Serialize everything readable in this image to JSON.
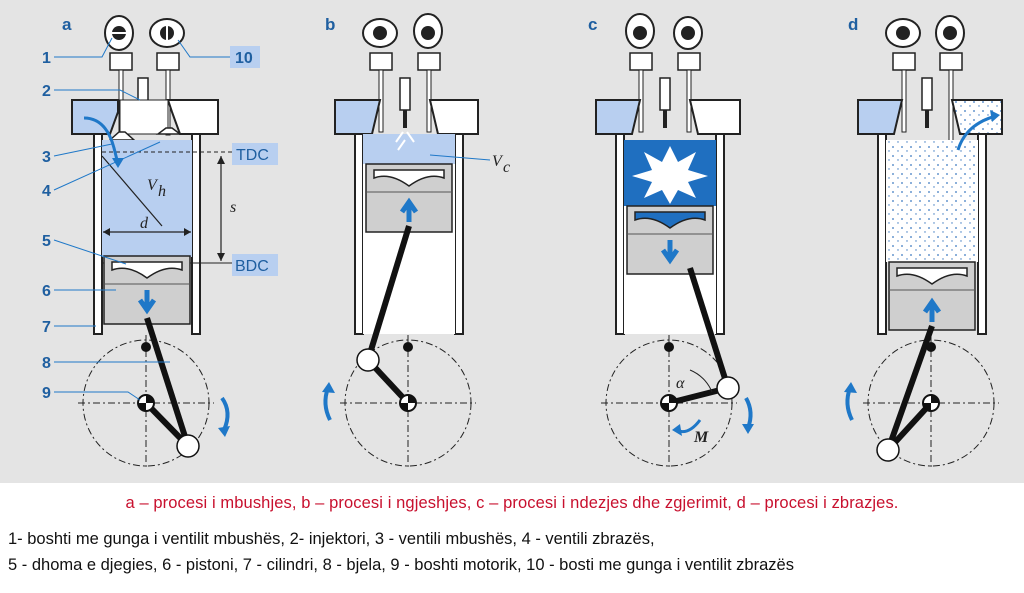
{
  "panels": [
    {
      "id": "a",
      "label": "a"
    },
    {
      "id": "b",
      "label": "b"
    },
    {
      "id": "c",
      "label": "c"
    },
    {
      "id": "d",
      "label": "d"
    }
  ],
  "part_numbers": [
    "1",
    "2",
    "3",
    "4",
    "5",
    "6",
    "7",
    "8",
    "9",
    "10"
  ],
  "markers": {
    "tdc": "TDC",
    "bdc": "BDC"
  },
  "symbols": {
    "vh": "V",
    "vh_sub": "h",
    "d": "d",
    "s": "s",
    "vc": "V",
    "vc_sub": "c",
    "alpha": "α",
    "m": "M"
  },
  "caption": "a – procesi i mbushjes, b – procesi i ngjeshjes, c – procesi i ndezjes dhe zgjerimit, d – procesi i zbrazjes.",
  "legend": {
    "line1": "1- boshti me gunga i ventilit mbushës, 2- injektori, 3 - ventili mbushës,  4 - ventili zbrazës,",
    "line2": "5 - dhoma e djegies, 6 - pistoni, 7 - cilindri, 8 - bjela, 9 - boshti motorik, 10 - bosti me gunga i ventilit zbrazës"
  },
  "colors": {
    "accent_blue": "#1f78c8",
    "label_blue": "#1f5fa0",
    "caption_red": "#c8102e",
    "gas_blue": "#b8cff0",
    "background": "#e4e4e4"
  }
}
